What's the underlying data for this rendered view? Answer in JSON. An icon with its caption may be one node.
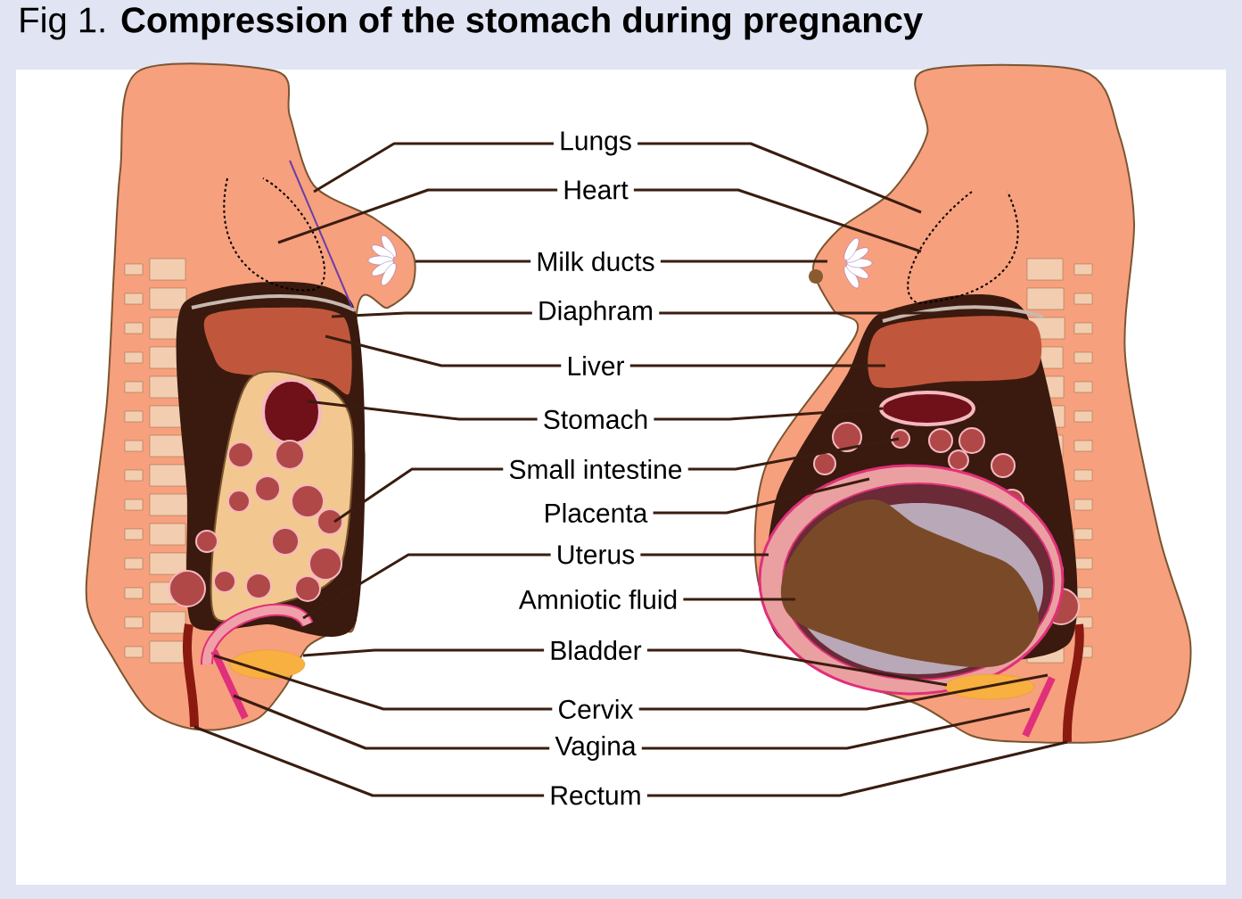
{
  "diagram": {
    "title": "Fig 1. **Compression of the stomach during pregnancy**",
    "nodes": [
      {
        "text": [
          "Lungs"
        ]
      },
      {
        "text": [
          "Heart"
        ]
      },
      {
        "text": [
          "Milk ducts"
        ]
      },
      {
        "text": [
          "Diaphram"
        ]
      },
      {
        "text": [
          "Liver"
        ]
      },
      {
        "text": [
          "Stomach"
        ]
      },
      {
        "text": [
          "Small intestine"
        ]
      },
      {
        "text": [
          "Placenta"
        ]
      },
      {
        "text": [
          "Uterus"
        ]
      },
      {
        "text": [
          "Amniotic fluid"
        ]
      },
      {
        "text": [
          "Bladder"
        ]
      },
      {
        "text": [
          "Cervix"
        ]
      },
      {
        "text": [
          "Vagina"
        ]
      },
      {
        "text": [
          "Rectum"
        ]
      }
    ],
    "edges": [
      {
        "from": 0,
        "to": null,
        "arrow": "none"
      },
      {
        "from": 0,
        "to": null,
        "arrow": "none"
      },
      {
        "from": 1,
        "to": null,
        "arrow": "none"
      },
      {
        "from": 1,
        "to": null,
        "arrow": "none"
      },
      {
        "from": 2,
        "to": null,
        "arrow": "none"
      },
      {
        "from": 2,
        "to": null,
        "arrow": "none"
      },
      {
        "from": 3,
        "to": null,
        "arrow": "none"
      },
      {
        "from": 3,
        "to": null,
        "arrow": "none"
      },
      {
        "from": 4,
        "to": null,
        "arrow": "none"
      },
      {
        "from": 4,
        "to": null,
        "arrow": "none"
      },
      {
        "from": 5,
        "to": null,
        "arrow": "none"
      },
      {
        "from": 5,
        "to": null,
        "arrow": "none"
      },
      {
        "from": 6,
        "to": null,
        "arrow": "none"
      },
      {
        "from": 6,
        "to": null,
        "arrow": "none"
      },
      {
        "from": 7,
        "to": null,
        "arrow": "none"
      },
      {
        "from": 8,
        "to": null,
        "arrow": "none"
      },
      {
        "from": 8,
        "to": null,
        "arrow": "none"
      },
      {
        "from": 9,
        "to": null,
        "arrow": "none"
      },
      {
        "from": 10,
        "to": null,
        "arrow": "none"
      },
      {
        "from": 10,
        "to": null,
        "arrow": "none"
      },
      {
        "from": 11,
        "to": null,
        "arrow": "none"
      },
      {
        "from": 11,
        "to": null,
        "arrow": "none"
      },
      {
        "from": 12,
        "to": null,
        "arrow": "none"
      },
      {
        "from": 12,
        "to": null,
        "arrow": "none"
      },
      {
        "from": 13,
        "to": null,
        "arrow": "none"
      },
      {
        "from": 13,
        "to": null,
        "arrow": "none"
      }
    ]
  }
}
